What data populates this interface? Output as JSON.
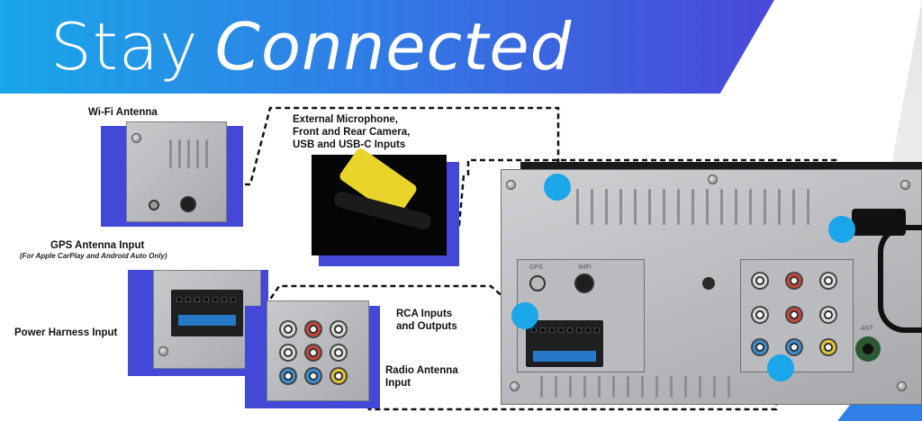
{
  "banner": {
    "title_light": "Stay",
    "title_bold": "Connected"
  },
  "labels": {
    "wifi": "Wi-Fi Antenna",
    "external": [
      "External Microphone,",
      "Front and Rear Camera,",
      "USB and USB-C Inputs"
    ],
    "gps": "GPS Antenna Input",
    "gps_note": "(For Apple CarPlay and Android Auto Only)",
    "power": "Power Harness Input",
    "rca": [
      "RCA Inputs",
      "and Outputs"
    ],
    "radio": [
      "Radio Antenna",
      "Input"
    ]
  },
  "panel_text": {
    "gps": "GPS",
    "wifi": "WIFI",
    "ant": "ANT"
  },
  "colors": {
    "banner_start": "#1aa6e8",
    "banner_end": "#4a48d8",
    "callout_dot": "#1aa6e8",
    "shadow_blue": "#4349d6"
  }
}
